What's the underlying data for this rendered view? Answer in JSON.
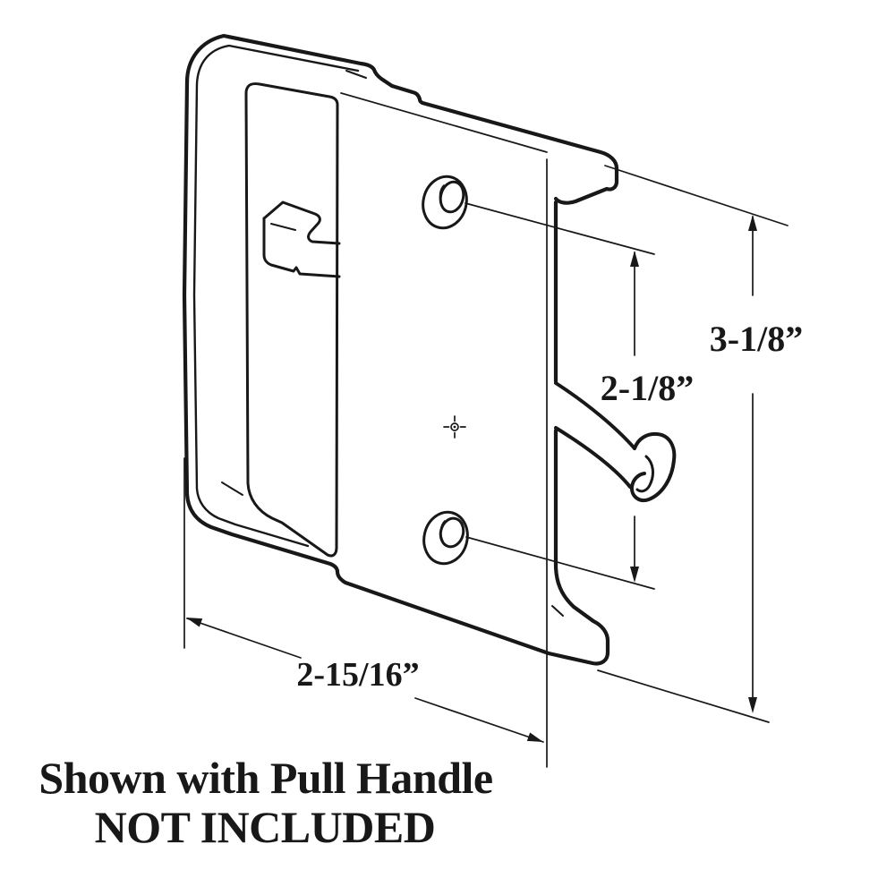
{
  "drawing": {
    "type": "technical-line-drawing",
    "subject": "sliding screen door latch with pull handle",
    "colors": {
      "line": "#181818",
      "background": "#ffffff"
    },
    "dimensions": {
      "overall_height": "3-1/8”",
      "hole_spacing": "2-1/8”",
      "bottom_width": "2-15/16”"
    },
    "caption": {
      "line1": "Shown with Pull Handle",
      "line2": "NOT INCLUDED"
    }
  }
}
